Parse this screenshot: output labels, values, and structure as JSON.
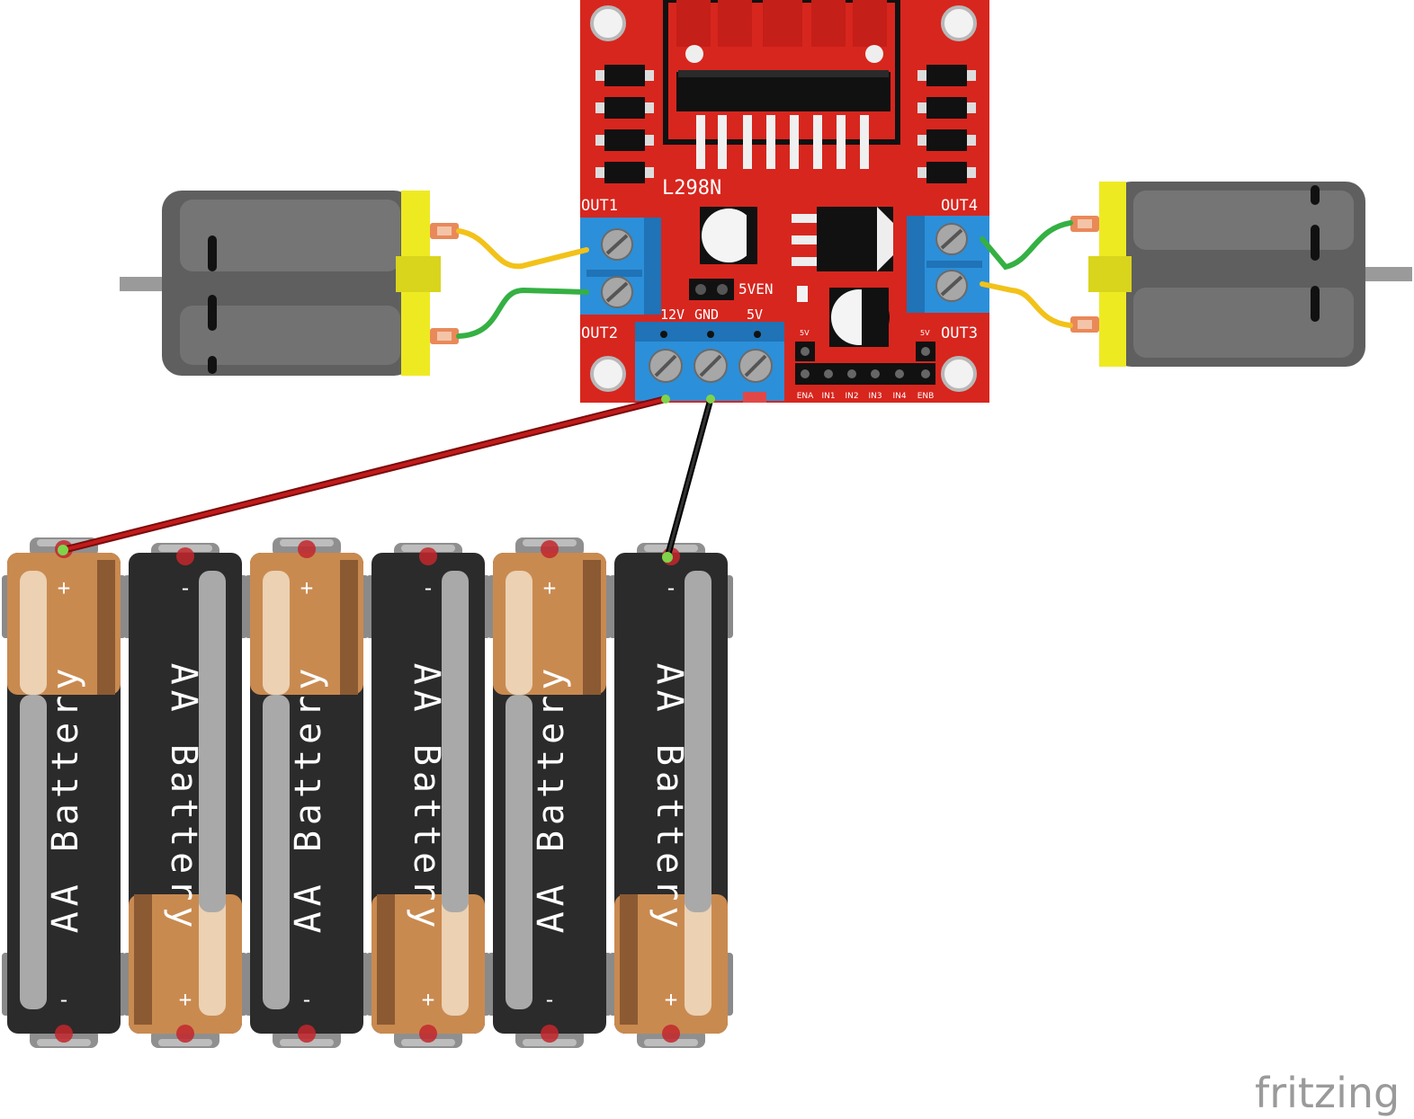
{
  "board": {
    "chip_label": "L298N",
    "out1_label": "OUT1",
    "out2_label": "OUT2",
    "out3_label": "OUT3",
    "out4_label": "OUT4",
    "power_12v_label": "12V",
    "power_gnd_label": "GND",
    "power_5v_label": "5V",
    "jumper_5ven_label": "5VEN",
    "pin_5v_left_label": "5V",
    "pin_5v_right_label": "5V",
    "header_pins": [
      "ENA",
      "IN1",
      "IN2",
      "IN3",
      "IN4",
      "ENB"
    ],
    "color": "#d7261e"
  },
  "batteries": [
    {
      "label": "AA Battery",
      "top_sign": "+",
      "bottom_sign": "-",
      "orientation": "plus-top"
    },
    {
      "label": "AA Battery",
      "top_sign": "-",
      "bottom_sign": "+",
      "orientation": "minus-top"
    },
    {
      "label": "AA Battery",
      "top_sign": "+",
      "bottom_sign": "-",
      "orientation": "plus-top"
    },
    {
      "label": "AA Battery",
      "top_sign": "-",
      "bottom_sign": "+",
      "orientation": "minus-top"
    },
    {
      "label": "AA Battery",
      "top_sign": "+",
      "bottom_sign": "-",
      "orientation": "plus-top"
    },
    {
      "label": "AA Battery",
      "top_sign": "-",
      "bottom_sign": "+",
      "orientation": "minus-top"
    }
  ],
  "wires": {
    "power_positive_color": "#b91717",
    "ground_color": "#1a1a1a",
    "motor_yellow_color": "#f2c21a",
    "motor_green_color": "#35b043"
  },
  "watermark": "fritzing"
}
